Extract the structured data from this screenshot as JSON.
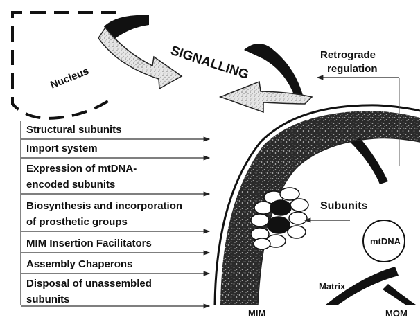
{
  "diagram": {
    "nucleus_label": "Nucleus",
    "signalling_label": "SIGNALLING",
    "retrograde_label_line1": "Retrograde",
    "retrograde_label_line2": "regulation",
    "subunits_label": "Subunits",
    "mtdna_label": "mtDNA",
    "matrix_label": "Matrix",
    "mim_label": "MIM",
    "mom_label": "MOM",
    "factors": [
      {
        "line1": "Structural subunits",
        "line2": ""
      },
      {
        "line1": "Import system",
        "line2": ""
      },
      {
        "line1": "Expression of mtDNA-",
        "line2": "encoded subunits"
      },
      {
        "line1": "Biosynthesis and incorporation",
        "line2": "of  prosthetic groups"
      },
      {
        "line1": "MIM Insertion Facilitators",
        "line2": ""
      },
      {
        "line1": "Assembly Chaperons",
        "line2": ""
      },
      {
        "line1": "Disposal of unassembled",
        "line2": "subunits"
      }
    ]
  }
}
